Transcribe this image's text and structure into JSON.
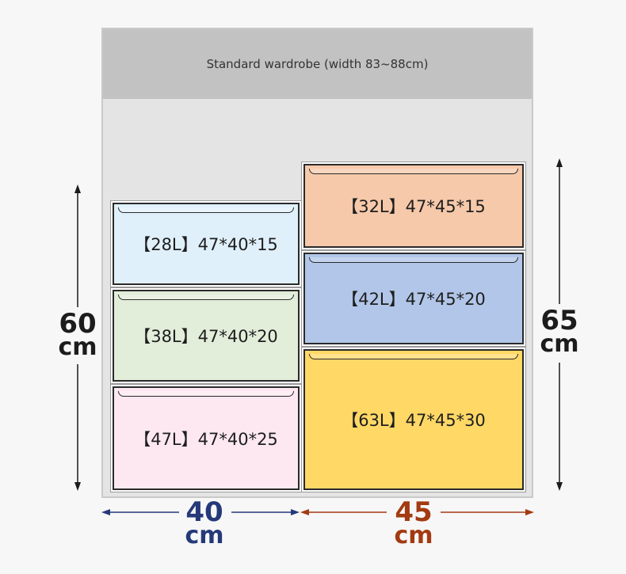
{
  "wardrobe": {
    "title": "Standard wardrobe (width 83~88cm)"
  },
  "drawers": {
    "d28": {
      "label": "【28L】47*40*15",
      "color": "#e0f0fb"
    },
    "d38": {
      "label": "【38L】47*40*20",
      "color": "#e2edda"
    },
    "d47": {
      "label": "【47L】47*40*25",
      "color": "#fde8f1"
    },
    "d32": {
      "label": "【32L】47*45*15",
      "color": "#f6c9aa"
    },
    "d42": {
      "label": "【42L】47*45*20",
      "color": "#b1c6e8"
    },
    "d63": {
      "label": "【63L】47*45*30",
      "color": "#ffd866"
    }
  },
  "dimensions": {
    "left_height": {
      "value": "60",
      "unit": "cm"
    },
    "right_height": {
      "value": "65",
      "unit": "cm"
    },
    "left_width": {
      "value": "40",
      "unit": "cm",
      "color": "#25397a"
    },
    "right_width": {
      "value": "45",
      "unit": "cm",
      "color": "#a33a12"
    }
  }
}
